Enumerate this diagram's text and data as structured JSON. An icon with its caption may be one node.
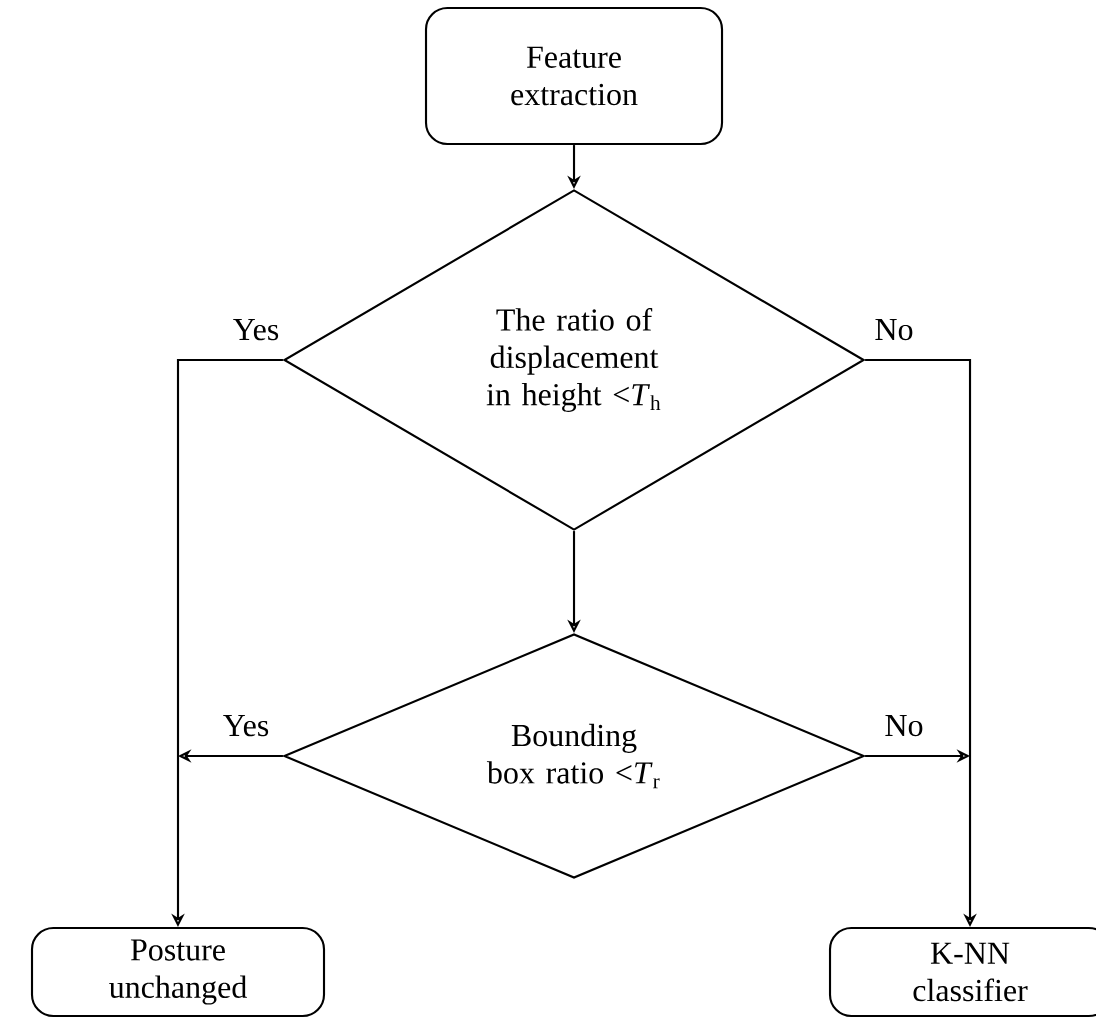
{
  "diagram": {
    "nodes": [
      {
        "text": [
          "Feature extraction"
        ]
      },
      {
        "text": [
          "The ratio of displacement in height <*T*$_{h}$"
        ]
      },
      {
        "text": [
          "Bounding box ratio <*T*$_{r}$"
        ]
      },
      {
        "text": [
          "Posture unchanged"
        ]
      },
      {
        "text": [
          "K-NN classifier"
        ]
      }
    ],
    "edges": [
      {
        "from": 0,
        "to": 1,
        "arrow": "to"
      },
      {
        "from": 1,
        "to": 3,
        "arrow": "to",
        "label": "Yes"
      },
      {
        "from": 1,
        "to": 4,
        "arrow": "to",
        "label": "No"
      },
      {
        "from": 1,
        "to": 2,
        "arrow": "to"
      },
      {
        "from": 2,
        "to": null,
        "arrow": "to",
        "label": "Yes"
      },
      {
        "from": 2,
        "to": null,
        "arrow": "to",
        "label": "No"
      }
    ]
  }
}
